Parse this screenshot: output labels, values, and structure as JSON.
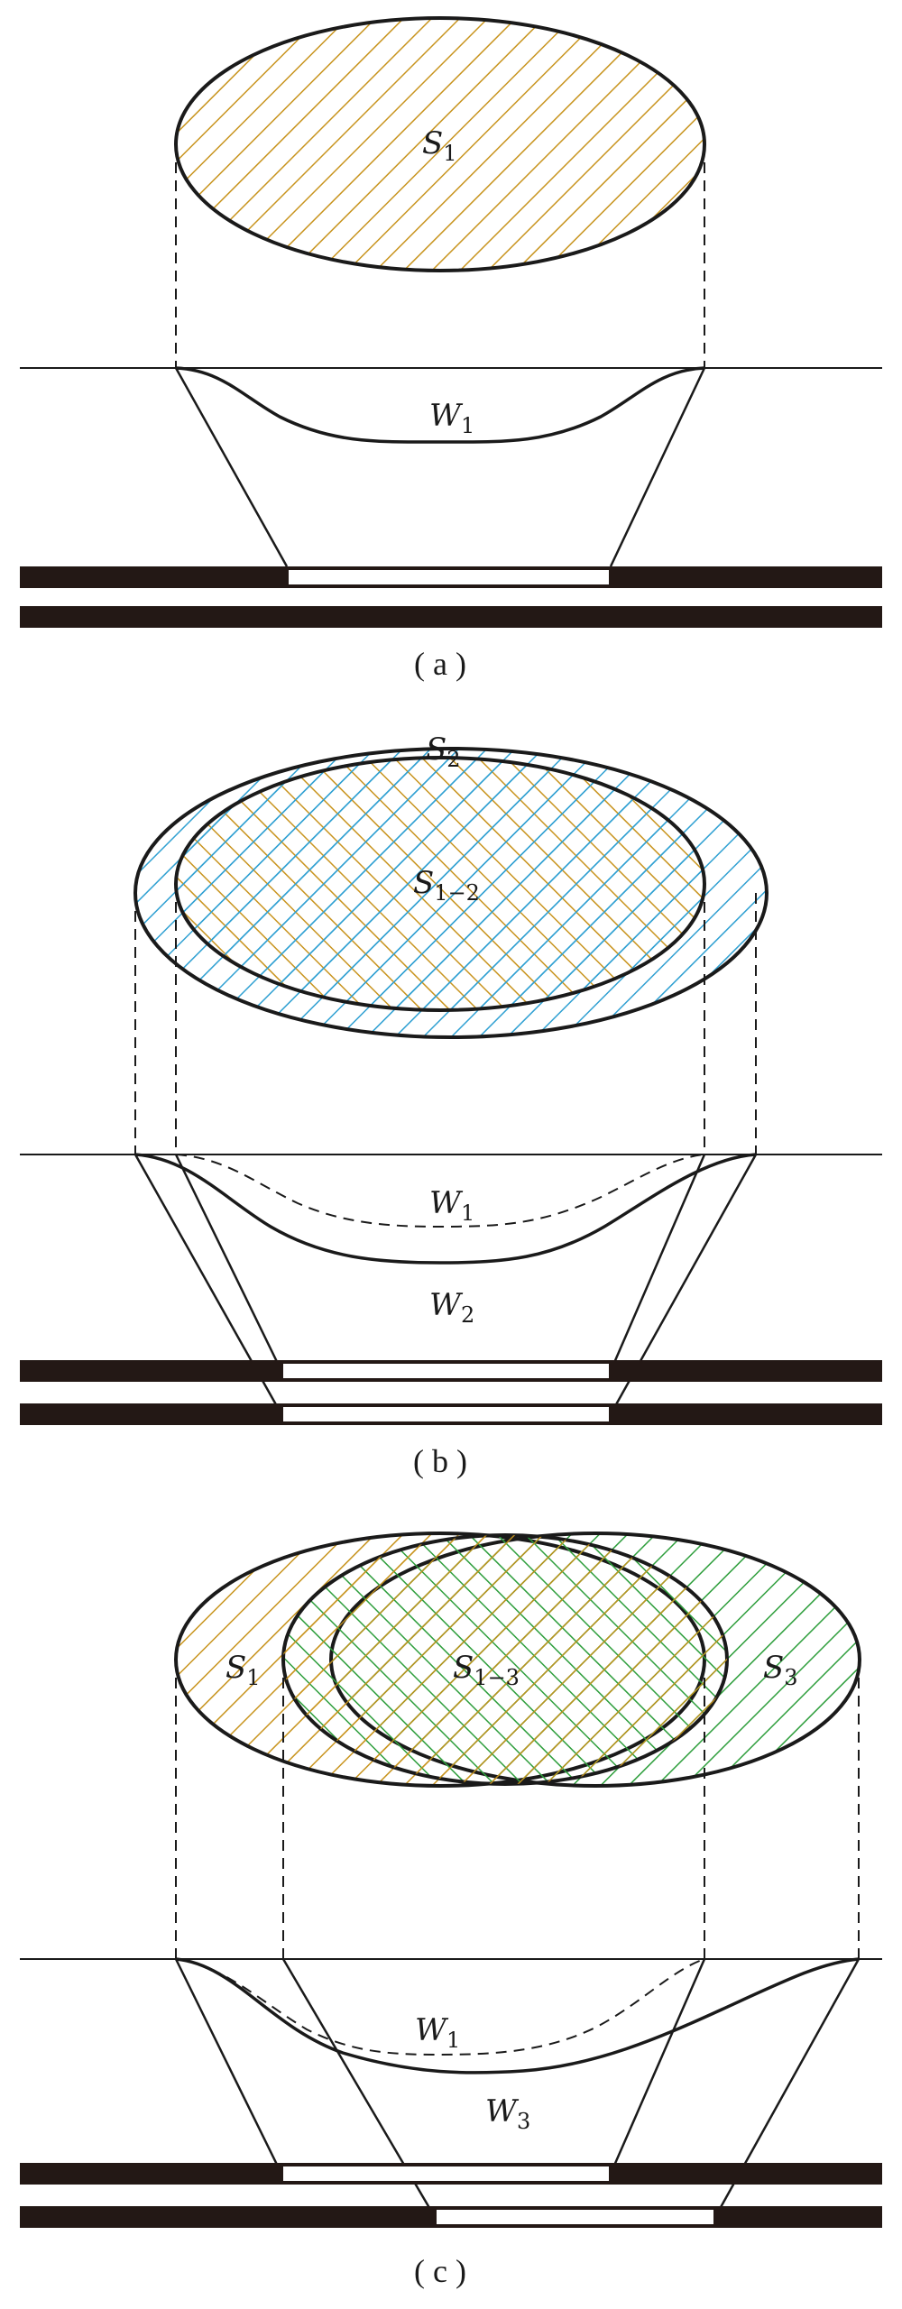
{
  "colors": {
    "line": "#1a1a1a",
    "band": "#231815",
    "hatch_s1": "#c8941e",
    "hatch_s2": "#2fa0d2",
    "hatch_s3": "#2e9e3c"
  },
  "panels": [
    {
      "caption": "( a )",
      "labels": {
        "s1": {
          "base": "S",
          "sub": "1"
        },
        "w1": {
          "base": "W",
          "sub": "1"
        }
      }
    },
    {
      "caption": "( b )",
      "labels": {
        "s2": {
          "base": "S",
          "sub": "2"
        },
        "s12": {
          "base": "S",
          "sub": "1−2"
        },
        "w1": {
          "base": "W",
          "sub": "1"
        },
        "w2": {
          "base": "W",
          "sub": "2"
        }
      }
    },
    {
      "caption": "( c )",
      "labels": {
        "s1": {
          "base": "S",
          "sub": "1"
        },
        "s13": {
          "base": "S",
          "sub": "1−3"
        },
        "s3": {
          "base": "S",
          "sub": "3"
        },
        "w1": {
          "base": "W",
          "sub": "1"
        },
        "w3": {
          "base": "W",
          "sub": "3"
        }
      }
    }
  ]
}
